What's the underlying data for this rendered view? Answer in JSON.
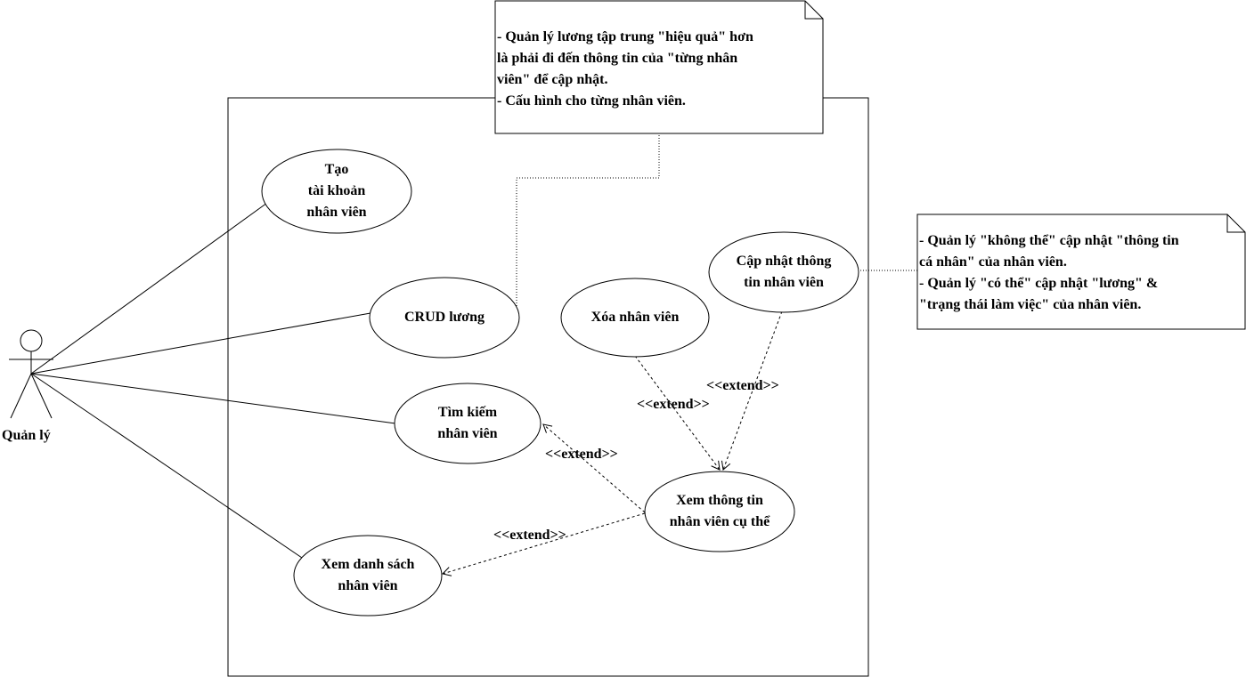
{
  "actor": {
    "name": "Quản lý"
  },
  "usecases": {
    "create_account": {
      "lines": [
        "Tạo",
        "tài khoản",
        "nhân viên"
      ]
    },
    "crud_salary": {
      "lines": [
        "CRUD lương"
      ]
    },
    "search_employee": {
      "lines": [
        "Tìm kiếm",
        "nhân viên"
      ]
    },
    "list_employees": {
      "lines": [
        "Xem danh sách",
        "nhân viên"
      ]
    },
    "delete_employee": {
      "lines": [
        "Xóa nhân viên"
      ]
    },
    "update_employee": {
      "lines": [
        "Cập nhật thông",
        "tin nhân viên"
      ]
    },
    "view_detail": {
      "lines": [
        "Xem thông tin",
        "nhân viên cụ thể"
      ]
    }
  },
  "notes": {
    "salary_note": {
      "lines": [
        "- Quản lý lương tập trung \"hiệu quả\" hơn",
        "là phải đi đến thông tin của \"từng nhân",
        "viên\" để cập nhật.",
        "- Cấu hình cho từng nhân viên."
      ]
    },
    "update_note": {
      "lines": [
        "- Quản lý \"không thể\" cập nhật \"thông tin",
        "cá nhân\" của nhân viên.",
        "- Quản lý \"có thể\" cập nhật \"lương\" &",
        "\"trạng thái làm việc\" của nhân viên."
      ]
    }
  },
  "relations": {
    "extend_label": "<<extend>>"
  }
}
